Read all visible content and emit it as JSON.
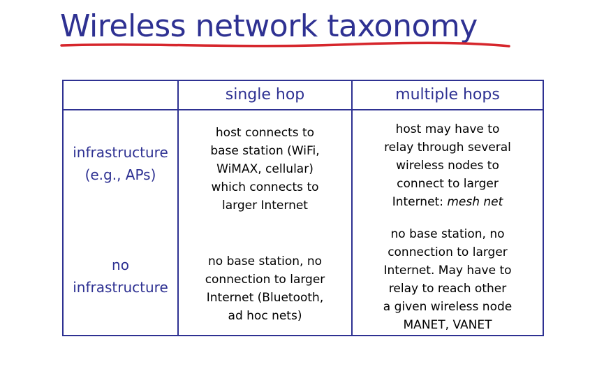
{
  "title": "Wireless network taxonomy",
  "colors": {
    "accent": "#2e3192",
    "underline": "#d6262c",
    "text": "#000000"
  },
  "table": {
    "headers": [
      "single hop",
      "multiple hops"
    ],
    "rows": [
      {
        "label": [
          "infrastructure",
          "(e.g., APs)"
        ],
        "single_hop": [
          "host connects to",
          "base station (WiFi,",
          "WiMAX, cellular)",
          "which connects to",
          "larger Internet"
        ],
        "multiple_hops": [
          "host may have to",
          "relay through several",
          "wireless nodes to",
          "connect to larger",
          "Internet:"
        ],
        "multiple_hops_emphasis": "mesh net"
      },
      {
        "label": [
          "no",
          "infrastructure"
        ],
        "single_hop": [
          "no base station, no",
          "connection to larger",
          "Internet (Bluetooth,",
          "ad hoc nets)"
        ],
        "multiple_hops": [
          "no base station, no",
          "connection to larger",
          "Internet. May have to",
          "relay to reach other",
          "a given wireless node",
          "MANET, VANET"
        ]
      }
    ]
  }
}
